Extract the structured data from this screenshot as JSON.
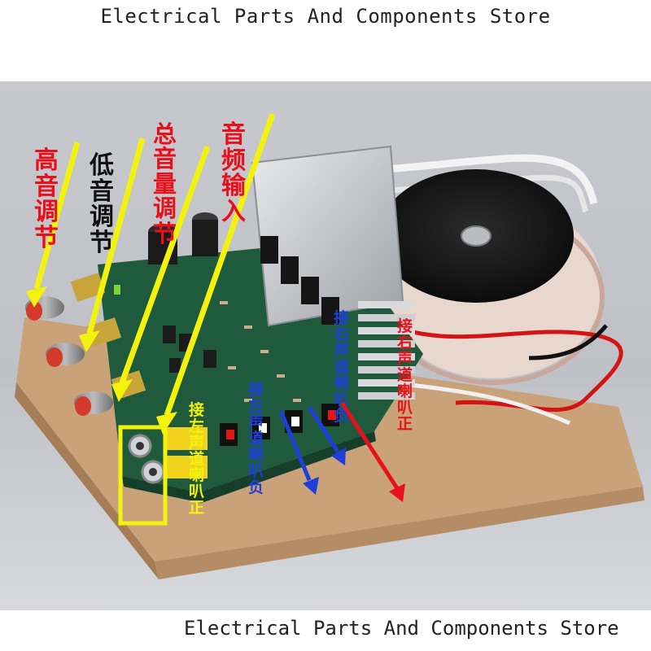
{
  "store": {
    "top": "Electrical Parts And Components Store",
    "bottom": "Electrical Parts And Components Store"
  },
  "labels": {
    "treble": [
      "高",
      "音",
      "调",
      "节"
    ],
    "bass": [
      "低",
      "音",
      "调",
      "节"
    ],
    "volume": [
      "总",
      "音",
      "量",
      "调",
      "节"
    ],
    "input": [
      "音",
      "频",
      "输",
      "入"
    ],
    "right_pos": [
      "接",
      "右",
      "声",
      "道",
      "喇",
      "叭",
      "正"
    ],
    "right_neg": [
      "接",
      "右",
      "声",
      "道",
      "喇",
      "叭",
      "负"
    ],
    "left_pos": [
      "接",
      "左",
      "声",
      "道",
      "喇",
      "叭",
      "正"
    ],
    "left_neg": [
      "接",
      "左",
      "声",
      "道",
      "喇",
      "叭",
      "负"
    ]
  },
  "colors": {
    "red": "#e8101a",
    "black": "#111111",
    "yellow": "#f3f20e",
    "blue": "#1d3fd8",
    "board": "#1f5a3c",
    "wood": "#c9a27a"
  }
}
